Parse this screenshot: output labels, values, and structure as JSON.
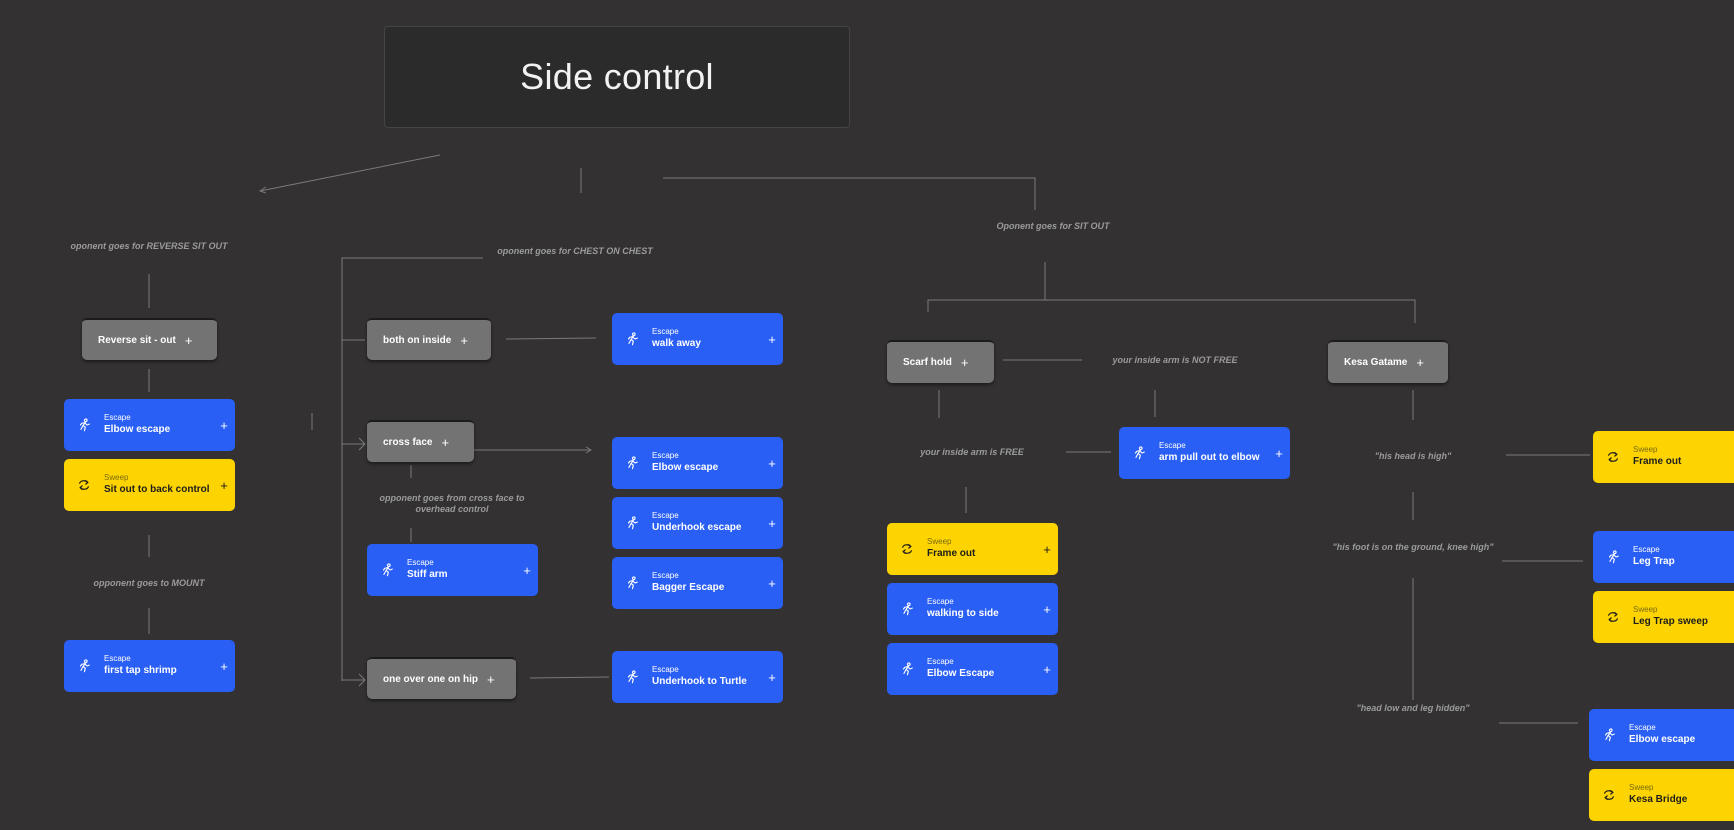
{
  "title": "Side control",
  "conditions": {
    "reverse_sit_out": "oponent goes for REVERSE SIT OUT",
    "chest_on_chest": "oponent goes for CHEST ON CHEST",
    "sit_out": "Oponent goes for SIT OUT",
    "mount": "opponent goes to MOUNT",
    "cross_to_overhead": "opponent goes from cross face to overhead control",
    "arm_not_free": "your inside arm is NOT FREE",
    "arm_free": "your inside arm is FREE",
    "head_high": "\"his head is high\"",
    "foot_ground": "\"his foot is on the ground, knee high\"",
    "head_low": "\"head low and leg hidden\""
  },
  "positions": {
    "reverse_sit_out": "Reverse sit - out",
    "both_inside": "both on inside",
    "cross_face": "cross face",
    "one_over": "one over one on hip",
    "scarf_hold": "Scarf hold",
    "kesa_gatame": "Kesa Gatame"
  },
  "plus_glyph": "+",
  "techniques": {
    "elbow_escape_1": {
      "cat": "Escape",
      "name": "Elbow escape",
      "kind": "escape"
    },
    "sit_out_back": {
      "cat": "Sweep",
      "name": "Sit out to back control",
      "kind": "sweep"
    },
    "first_tap": {
      "cat": "Escape",
      "name": "first tap shrimp",
      "kind": "escape"
    },
    "walk_away": {
      "cat": "Escape",
      "name": "walk away",
      "kind": "escape"
    },
    "elbow_escape_2": {
      "cat": "Escape",
      "name": "Elbow escape",
      "kind": "escape"
    },
    "underhook_escape": {
      "cat": "Escape",
      "name": "Underhook escape",
      "kind": "escape"
    },
    "bagger_escape": {
      "cat": "Escape",
      "name": "Bagger Escape",
      "kind": "escape"
    },
    "stiff_arm": {
      "cat": "Escape",
      "name": "Stiff arm",
      "kind": "escape"
    },
    "underhook_turtle": {
      "cat": "Escape",
      "name": "Underhook to Turtle",
      "kind": "escape"
    },
    "frame_out_1": {
      "cat": "Sweep",
      "name": "Frame out",
      "kind": "sweep"
    },
    "walking_side": {
      "cat": "Escape",
      "name": "walking to side",
      "kind": "escape"
    },
    "elbow_escape_3": {
      "cat": "Escape",
      "name": "Elbow Escape",
      "kind": "escape"
    },
    "arm_pull": {
      "cat": "Escape",
      "name": "arm pull out to elbow",
      "kind": "escape"
    },
    "frame_out_2": {
      "cat": "Sweep",
      "name": "Frame out",
      "kind": "sweep"
    },
    "leg_trap": {
      "cat": "Escape",
      "name": "Leg Trap",
      "kind": "escape"
    },
    "leg_trap_sweep": {
      "cat": "Sweep",
      "name": "Leg Trap sweep",
      "kind": "sweep"
    },
    "elbow_escape_4": {
      "cat": "Escape",
      "name": "Elbow escape",
      "kind": "escape"
    },
    "kesa_bridge": {
      "cat": "Sweep",
      "name": "Kesa Bridge",
      "kind": "sweep"
    }
  },
  "colors": {
    "background": "#333132",
    "escape": "#2a5ff5",
    "sweep": "#fdd400",
    "position": "#737373",
    "connector": "#7a7a7a"
  }
}
